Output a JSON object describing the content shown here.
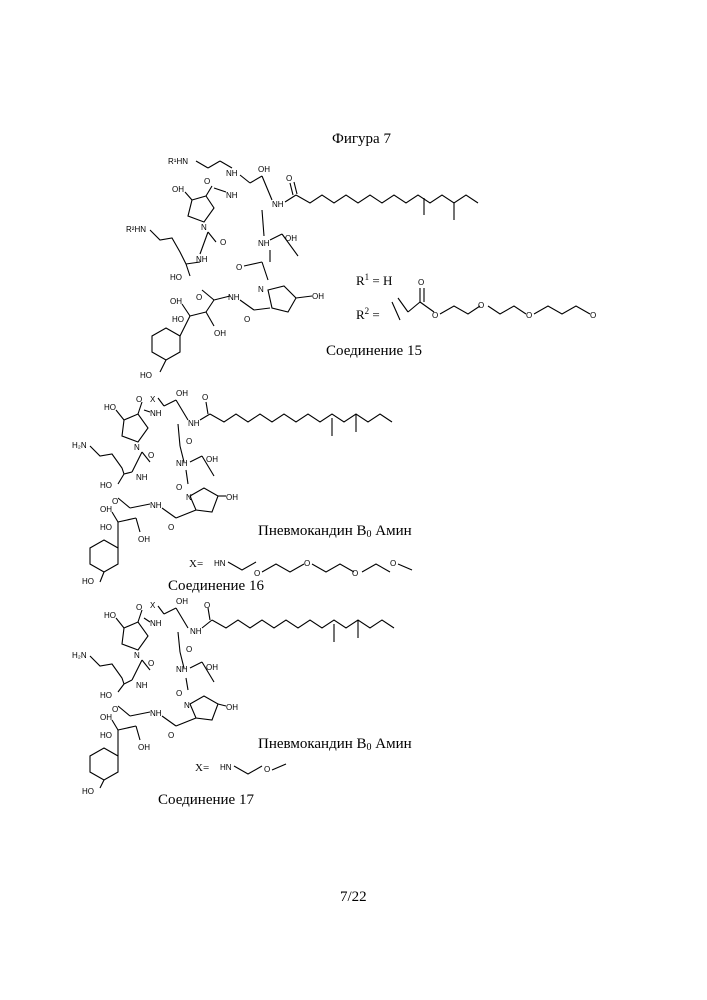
{
  "figure_title": "Фигура 7",
  "compound15": {
    "label": "Соединение 15",
    "r1_label": "R",
    "r1_sup": "1",
    "r1_value": "= H",
    "r2_label": "R",
    "r2_sup": "2",
    "r2_value": "="
  },
  "compound16": {
    "label": "Соединение 16",
    "core_name_prefix": "Пневмокандин B",
    "core_name_sub": "0",
    "core_name_suffix": "Амин",
    "x_label": "X="
  },
  "compound17": {
    "label": "Соединение 17",
    "core_name_prefix": "Пневмокандин B",
    "core_name_sub": "0",
    "core_name_suffix": "Амин",
    "x_label": "X="
  },
  "atom_labels": {
    "oh": "OH",
    "ho": "HO",
    "nh": "NH",
    "hn": "HN",
    "n": "N",
    "o": "O",
    "h2n": "H₂N",
    "r1hn": "R¹HN",
    "r2hn": "R²HN",
    "x": "X"
  },
  "page_number": "7/22"
}
